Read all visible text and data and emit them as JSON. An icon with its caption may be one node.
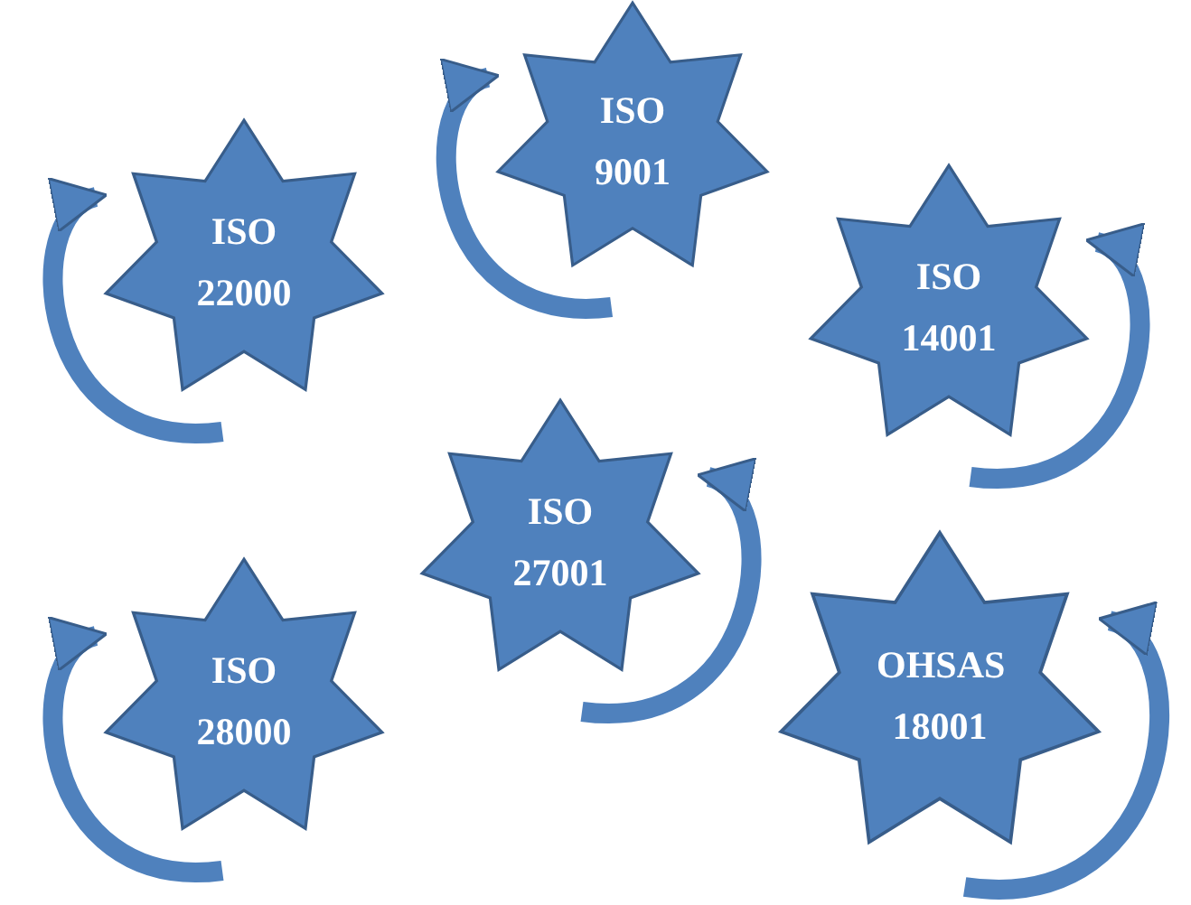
{
  "diagram": {
    "nodes": [
      {
        "text": [
          "ISO 22000"
        ]
      },
      {
        "text": [
          "ISO 9001"
        ]
      },
      {
        "text": [
          "ISO 14001"
        ]
      },
      {
        "text": [
          "ISO 27001"
        ]
      },
      {
        "text": [
          "ISO 28000"
        ]
      },
      {
        "text": [
          "OHSAS 18001"
        ]
      }
    ],
    "edges": [
      {
        "from": null,
        "to": 0,
        "arrow": "to"
      },
      {
        "from": null,
        "to": 1,
        "arrow": "to"
      },
      {
        "from": null,
        "to": 2,
        "arrow": "to"
      },
      {
        "from": null,
        "to": 3,
        "arrow": "to"
      },
      {
        "from": null,
        "to": 4,
        "arrow": "to"
      },
      {
        "from": null,
        "to": 5,
        "arrow": "to"
      }
    ]
  }
}
